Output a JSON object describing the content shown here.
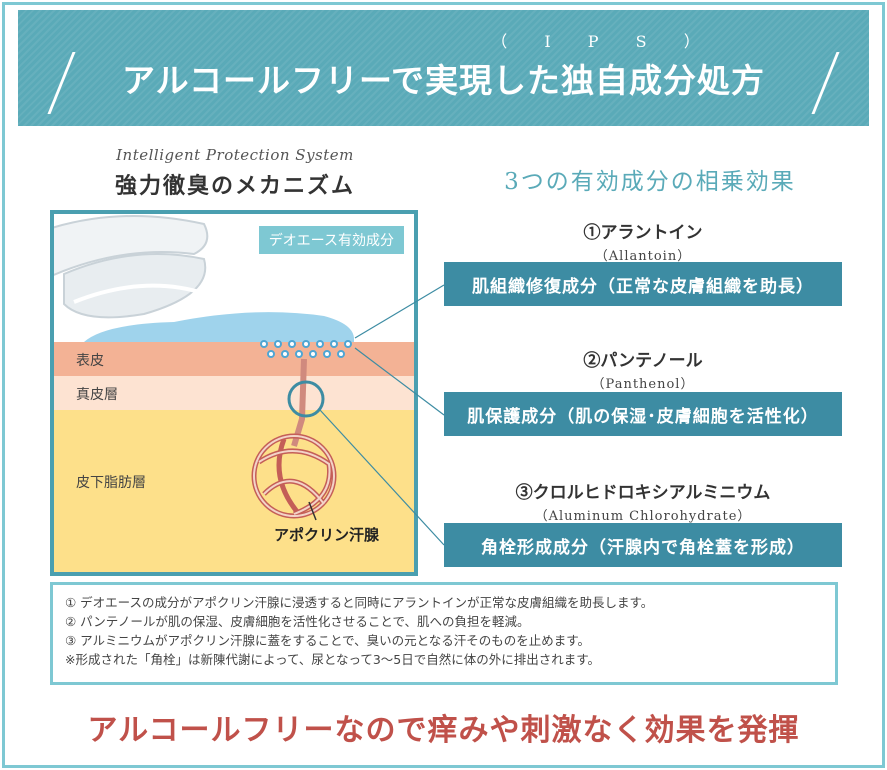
{
  "header": {
    "sub": "（ I P S ）",
    "title": "アルコールフリーで実現した独自成分処方"
  },
  "left": {
    "subtitle": "Intelligent Protection System",
    "title": "強力徹臭のメカニズム",
    "diagram": {
      "tag": "デオエース有効成分",
      "layers": [
        "表皮",
        "真皮層",
        "皮下脂肪層"
      ],
      "gland_label": "アポクリン汗腺"
    }
  },
  "right": {
    "heading": "3つの有効成分の相乗効果",
    "items": [
      {
        "name": "①アラントイン",
        "latin": "（Allantoin）",
        "effect": "肌組織修復成分（正常な皮膚組織を助長）"
      },
      {
        "name": "②パンテノール",
        "latin": "（Panthenol）",
        "effect": "肌保護成分（肌の保湿･皮膚細胞を活性化）"
      },
      {
        "name": "③クロルヒドロキシアルミニウム",
        "latin": "（Aluminum Chlorohydrate）",
        "effect": "角栓形成成分（汗腺内で角栓蓋を形成）"
      }
    ]
  },
  "notes": [
    "① デオエースの成分がアポクリン汗腺に浸透すると同時にアラントインが正常な皮膚組織を助長します。",
    "② パンテノールが肌の保湿、皮膚細胞を活性化させることで、肌への負担を軽減。",
    "③ アルミニウムがアポクリン汗腺に蓋をすることで、臭いの元となる汗そのものを止めます。",
    "※形成された「角栓」は新陳代謝によって、尿となって3～5日で自然に体の外に排出されます。"
  ],
  "footer": "アルコールフリーなので痒みや刺激なく効果を発揮",
  "colors": {
    "teal": "#5aaab8",
    "dark_teal": "#3d8ca3",
    "red": "#c0514a"
  }
}
